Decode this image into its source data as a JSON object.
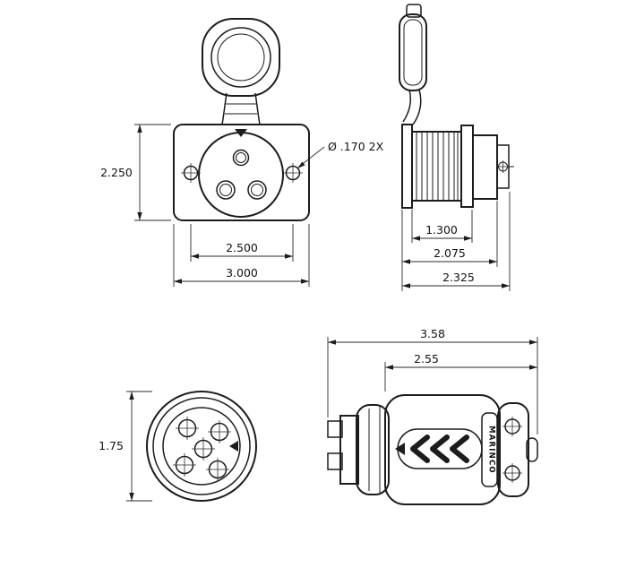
{
  "colors": {
    "line": "#1c1c1c",
    "background": "#ffffff",
    "text": "#111111"
  },
  "views": {
    "receptacle_front": {
      "dim_flange_height": "2.250",
      "dim_mounting_hole_spacing": "2.500",
      "dim_flange_width": "3.000",
      "mounting_hole_callout": "Ø .170 2X"
    },
    "receptacle_side": {
      "dim_thread_length": "1.300",
      "dim_body_depth": "2.075",
      "dim_overall_depth": "2.325"
    },
    "plug_front": {
      "dim_plug_diameter": "1.75"
    },
    "plug_side": {
      "brand": "MARINCO",
      "dim_overall_length": "3.58",
      "dim_body_length": "2.55"
    }
  }
}
